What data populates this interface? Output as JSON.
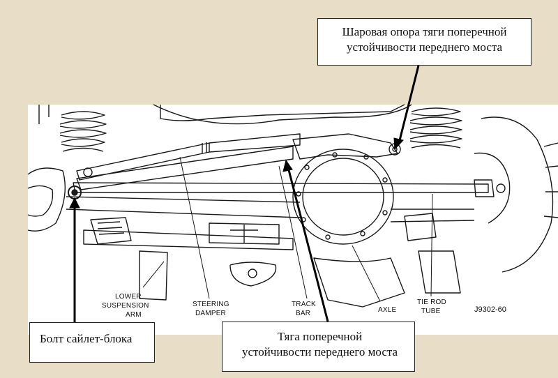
{
  "callouts": {
    "ball_joint": {
      "line1": "Шаровая опора тяги поперечной",
      "line2": "устойчивости переднего моста"
    },
    "bushing_bolt": {
      "text": "Болт сайлет-блока"
    },
    "track_bar": {
      "line1": "Тяга поперечной",
      "line2": "устойчивости переднего моста"
    }
  },
  "labels": {
    "lower_suspension_arm": [
      "LOWER",
      "SUSPENSION",
      "ARM"
    ],
    "steering_damper": [
      "STEERING",
      "DAMPER"
    ],
    "track_bar": [
      "TRACK",
      "BAR"
    ],
    "axle": [
      "AXLE"
    ],
    "tie_rod_tube": [
      "TIE ROD",
      "TUBE"
    ]
  },
  "figure_id": "J9302-60",
  "colors": {
    "background": "#e8ddc6",
    "drawing_bg": "#ffffff",
    "ink": "#111111",
    "arrow": "#000000"
  }
}
